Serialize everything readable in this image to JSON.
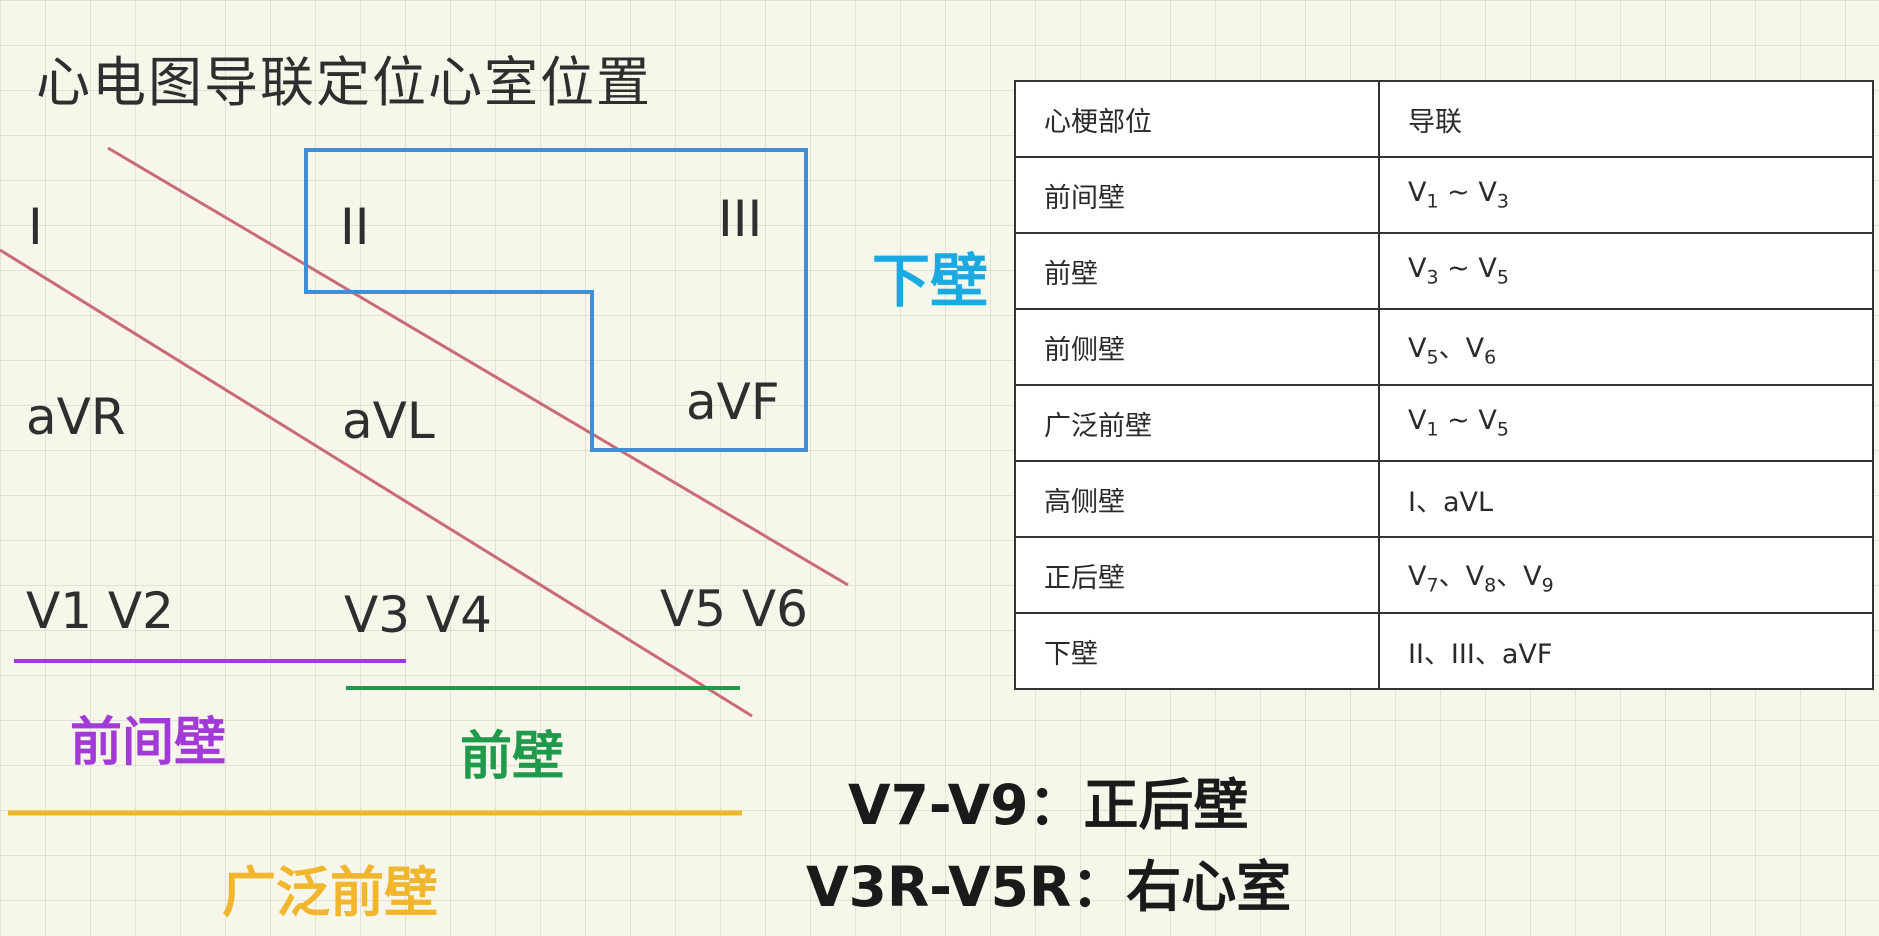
{
  "title": "心电图导联定位心室位置",
  "leads": {
    "I": "I",
    "II": "II",
    "III": "III",
    "aVR": "aVR",
    "aVL": "aVL",
    "aVF": "aVF",
    "V1V2": "V1 V2",
    "V3V4": "V3 V4",
    "V5V6": "V5 V6"
  },
  "regions": {
    "inferior": "下壁",
    "anteroseptal": "前间壁",
    "anterior": "前壁",
    "extensive_anterior": "广泛前壁"
  },
  "colors": {
    "inferior": "#1aa9e0",
    "anteroseptal": "#a23ad8",
    "anterior": "#1f9a4a",
    "extensive_anterior": "#f2b62e",
    "diagonal_lines": "#c96b74",
    "inferior_box": "#3f8fd6"
  },
  "table": {
    "header": [
      "心梗部位",
      "导联"
    ],
    "rows": [
      {
        "site": "前间壁",
        "leads": [
          {
            "t": "V"
          },
          {
            "s": "1"
          },
          {
            "t": " ~ V"
          },
          {
            "s": "3"
          }
        ]
      },
      {
        "site": "前壁",
        "leads": [
          {
            "t": "V"
          },
          {
            "s": "3"
          },
          {
            "t": " ~ V"
          },
          {
            "s": "5"
          }
        ]
      },
      {
        "site": "前侧壁",
        "leads": [
          {
            "t": "V"
          },
          {
            "s": "5"
          },
          {
            "t": "、V"
          },
          {
            "s": "6"
          }
        ]
      },
      {
        "site": "广泛前壁",
        "leads": [
          {
            "t": "V"
          },
          {
            "s": "1"
          },
          {
            "t": " ~ V"
          },
          {
            "s": "5"
          }
        ]
      },
      {
        "site": "高侧壁",
        "leads": [
          {
            "t": "I、aVL"
          }
        ]
      },
      {
        "site": "正后壁",
        "leads": [
          {
            "t": "V"
          },
          {
            "s": "7"
          },
          {
            "t": "、V"
          },
          {
            "s": "8"
          },
          {
            "t": "、V"
          },
          {
            "s": "9"
          }
        ]
      },
      {
        "site": "下壁",
        "leads": [
          {
            "t": "II、III、aVF"
          }
        ]
      }
    ]
  },
  "notes": {
    "posterior": "V7-V9：正后壁",
    "right_ventricle": "V3R-V5R：右心室"
  }
}
